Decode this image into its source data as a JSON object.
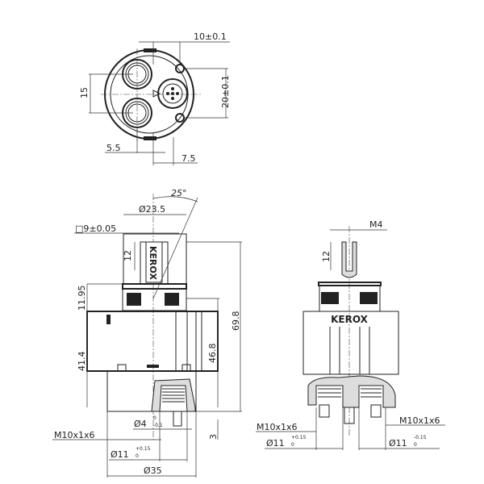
{
  "top_view": {
    "dim_offset": "10±0.1",
    "dim_height": "15",
    "dim_hole_spacing": "20±0.1",
    "dim_left": "5.5",
    "dim_right": "7.5"
  },
  "front_view": {
    "dim_angle": "25°",
    "dim_diameter_top": "Ø23.5",
    "dim_square": "□9±0.05",
    "brand": "KEROX",
    "dim_stem_height": "12",
    "dim_collar_height": "11.95",
    "dim_body_height": "41.4",
    "dim_mid_height": "46.8",
    "dim_total_height": "69.8",
    "dim_pin": "Ø4",
    "dim_pin_tol_upper": "0",
    "dim_pin_tol_lower": "-0.1",
    "dim_thread": "M10x1x6",
    "dim_pin_length": "3",
    "dim_port": "Ø11",
    "dim_port_tol_upper": "+0.15",
    "dim_port_tol_lower": "0",
    "dim_body_diameter": "Ø35"
  },
  "side_view": {
    "dim_thread_top": "M4",
    "dim_stem_height": "12",
    "brand": "KEROX",
    "dim_thread_left": "M10x1x6",
    "dim_thread_right": "M10x1x6",
    "dim_port_left": "Ø11",
    "dim_port_left_tol_upper": "+0.15",
    "dim_port_left_tol_lower": "0",
    "dim_port_right": "Ø11",
    "dim_port_right_tol_upper": "-0.15",
    "dim_port_right_tol_lower": "0"
  }
}
